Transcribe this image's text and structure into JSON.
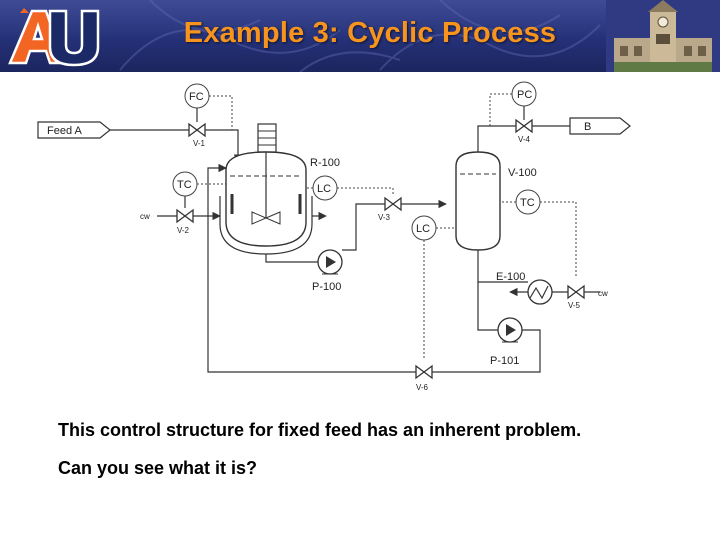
{
  "header": {
    "title": "Example 3: Cyclic Process",
    "logo_text": "AU"
  },
  "diagram": {
    "streams": {
      "feed": "Feed A",
      "product": "B"
    },
    "equipment": {
      "reactor": "R-100",
      "column": "V-100",
      "reactor_pump": "P-100",
      "bottoms_pump": "P-101",
      "exchanger": "E-100"
    },
    "valves": {
      "feed_valve": "V-1",
      "cooling_valve": "V-2",
      "transfer_valve": "V-3",
      "vapor_valve": "V-4",
      "exchanger_valve": "V-5",
      "recycle_valve": "V-6"
    },
    "instruments": {
      "flow_controller": "FC",
      "pressure_controller": "PC",
      "reactor_temp_controller": "TC",
      "reactor_level_controller": "LC",
      "column_level_controller": "LC",
      "column_temp_controller": "TC"
    },
    "utilities": {
      "cooling_water_reactor": "cw",
      "cooling_water_exchanger": "cw"
    }
  },
  "caption": {
    "line1": "This control structure for fixed feed has an inherent problem.",
    "line2": "Can you see what it is?"
  },
  "colors": {
    "banner": "#253177",
    "title": "#f7941d",
    "logo_orange": "#f26522",
    "logo_navy": "#1b2a66"
  }
}
